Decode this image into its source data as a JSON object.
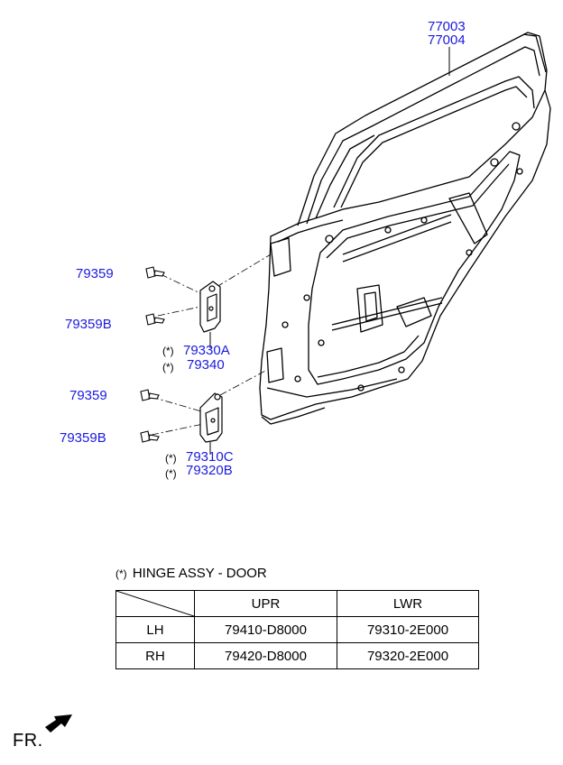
{
  "callouts": {
    "door_panel_1": "77003",
    "door_panel_2": "77004",
    "upper_bolt": "79359",
    "upper_bolt_b": "79359B",
    "upper_hinge_1": "79330A",
    "upper_hinge_2": "79340",
    "lower_bolt": "79359",
    "lower_bolt_b": "79359B",
    "lower_hinge_1": "79310C",
    "lower_hinge_2": "79320B",
    "asterisk": "(*)"
  },
  "note": {
    "marker": "(*)",
    "text": "HINGE ASSY - DOOR"
  },
  "table": {
    "headers": [
      "",
      "UPR",
      "LWR"
    ],
    "rows": [
      [
        "LH",
        "79410-D8000",
        "79310-2E000"
      ],
      [
        "RH",
        "79420-D8000",
        "79320-2E000"
      ]
    ]
  },
  "direction": {
    "label": "FR."
  }
}
